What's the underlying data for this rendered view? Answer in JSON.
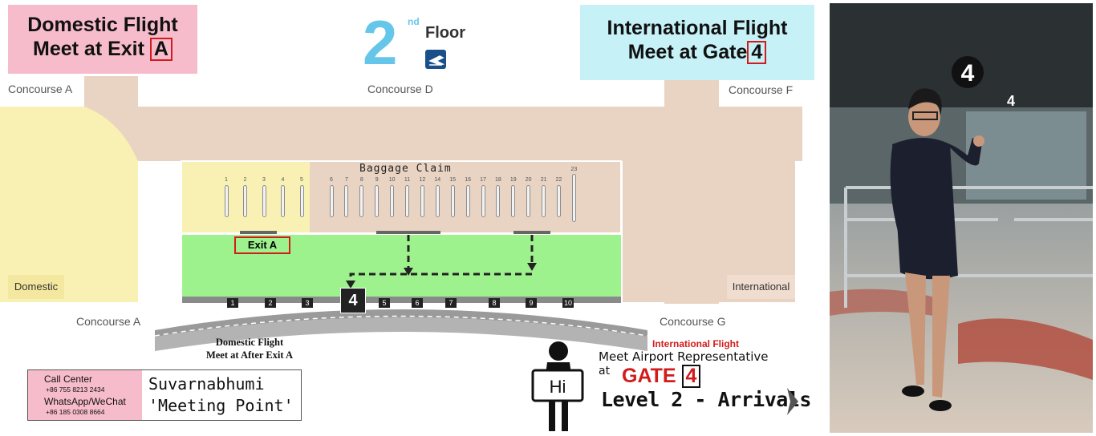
{
  "header": {
    "domestic_line1": "Domestic Flight",
    "domestic_line2": "Meet at Exit",
    "domestic_exit": "A",
    "floor_number": "2",
    "floor_suffix": "nd",
    "floor_word": "Floor",
    "international_line1": "International Flight",
    "international_line2": "Meet at Gate",
    "international_gate": "4"
  },
  "concourses": {
    "a_top": "Concourse A",
    "d": "Concourse D",
    "f": "Concourse F",
    "a_bottom": "Concourse A",
    "g": "Concourse G"
  },
  "zones": {
    "domestic": "Domestic",
    "international": "International",
    "baggage_claim": "Baggage Claim",
    "exit_a": "Exit A"
  },
  "belts": [
    "1",
    "2",
    "3",
    "4",
    "5",
    "6",
    "7",
    "8",
    "9",
    "10",
    "11",
    "12",
    "14",
    "15",
    "16",
    "17",
    "18",
    "19",
    "20",
    "21",
    "22",
    "23"
  ],
  "gates": [
    "1",
    "2",
    "3",
    "4",
    "5",
    "6",
    "7",
    "8",
    "9",
    "10"
  ],
  "domestic_note": {
    "line1": "Domestic Flight",
    "line2": "Meet at After Exit A"
  },
  "contact": {
    "call_center_label": "Call Center",
    "call_center_number": "+86 755 8213 2434",
    "whatsapp_label": "WhatsApp/WeChat",
    "whatsapp_number": "+86 185 0308 8664",
    "place_line1": "Suvarnabhumi",
    "place_line2": "'Meeting Point'"
  },
  "international_note": {
    "label": "International Flight",
    "meet": "Meet Airport Representative",
    "at": "at",
    "gate_word": "GATE",
    "gate_number": "4",
    "level": "Level 2 - Arrivals",
    "sign_text": "Hi"
  },
  "photo": {
    "gate_sign": "4",
    "gate_sign_small": "4"
  },
  "colors": {
    "domestic_pink": "#f7bccb",
    "international_blue": "#c5f1f7",
    "concourse_tan": "#e9d3c3",
    "yellow_zone": "#f9f1b3",
    "green_zone": "#9ef28e",
    "accent_red": "#d21c1c"
  }
}
